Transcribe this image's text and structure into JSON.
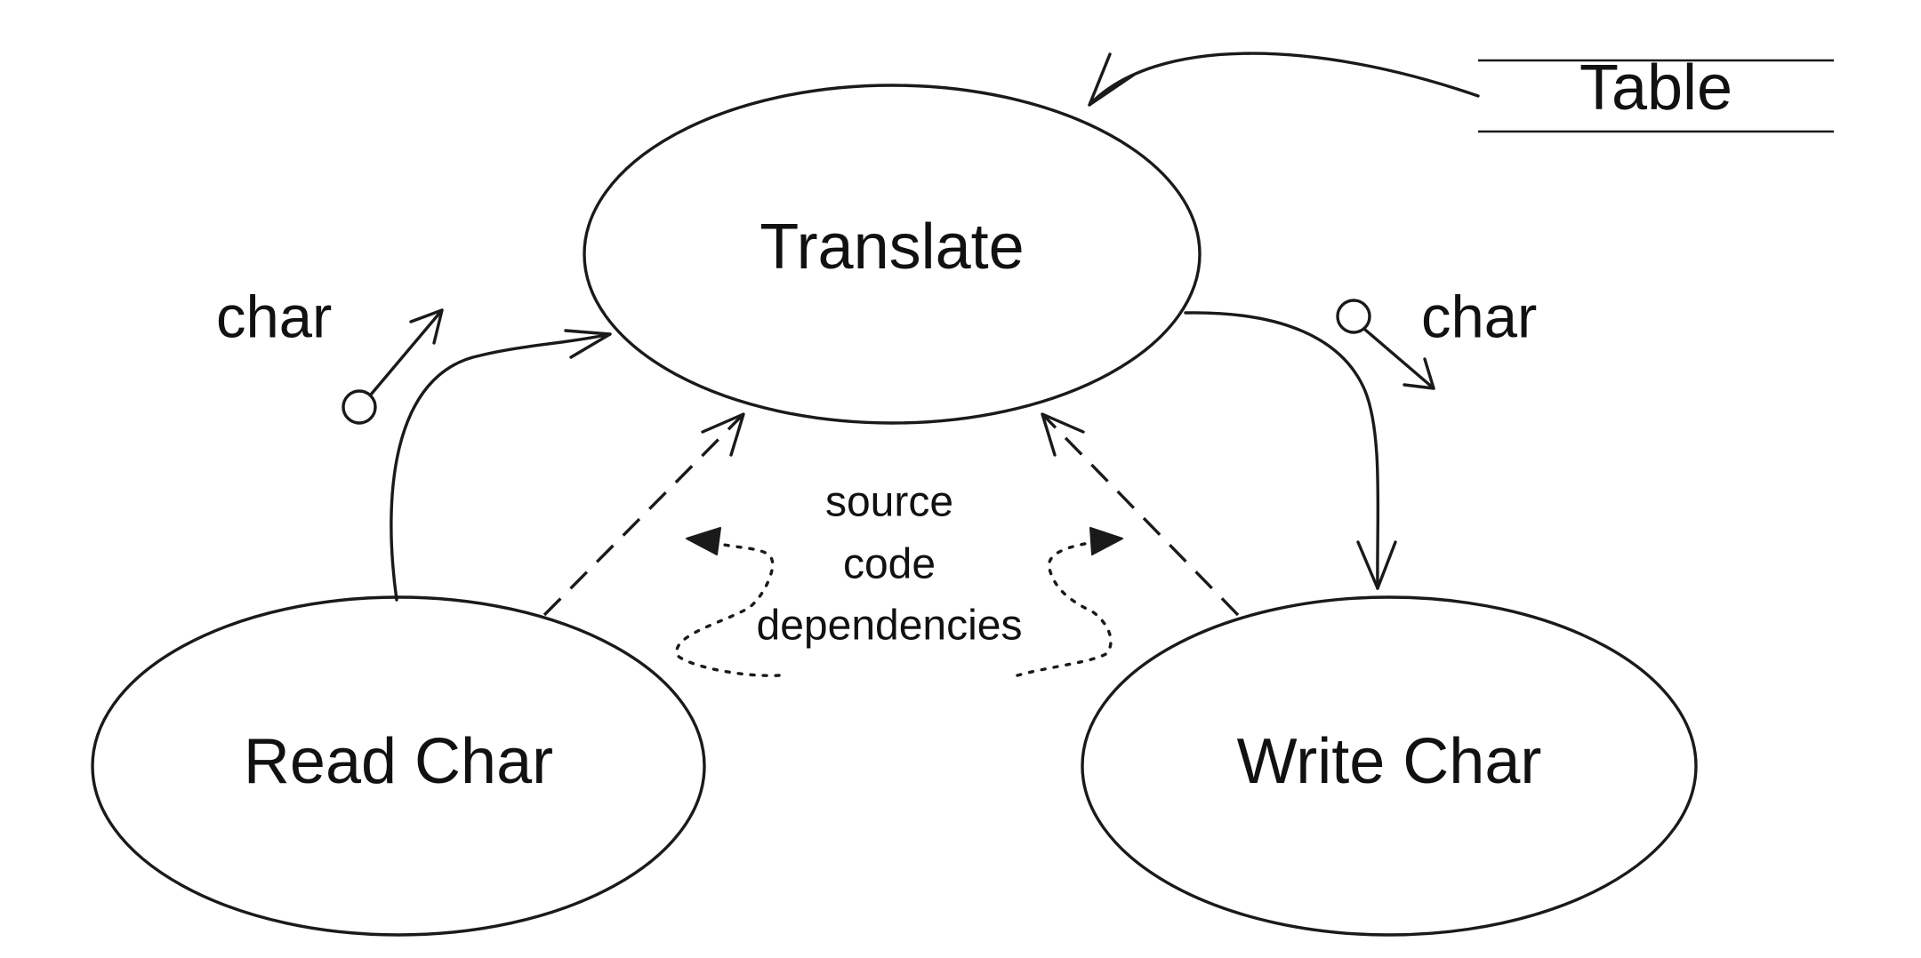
{
  "nodes": {
    "translate": "Translate",
    "read_char": "Read Char",
    "write_char": "Write Char"
  },
  "store": {
    "label": "Table"
  },
  "flows": {
    "input_label": "char",
    "output_label": "char"
  },
  "annotation": {
    "lines": [
      "source",
      "code",
      "dependencies"
    ]
  }
}
